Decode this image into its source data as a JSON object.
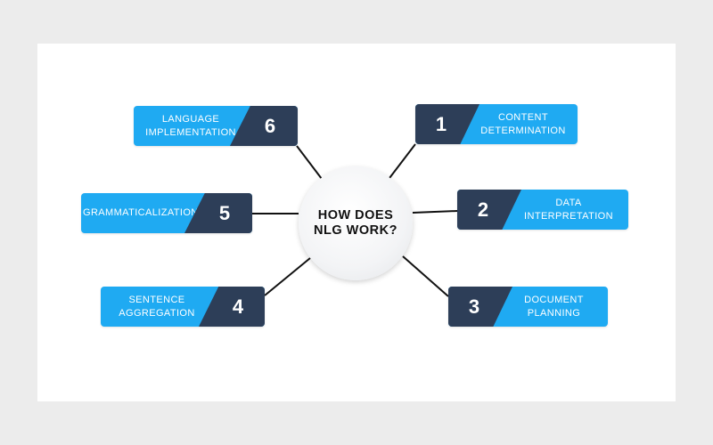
{
  "hub": {
    "title": "HOW DOES NLG WORK?"
  },
  "steps": [
    {
      "number": "1",
      "line1": "CONTENT",
      "line2": "DETERMINATION"
    },
    {
      "number": "2",
      "line1": "DATA",
      "line2": "INTERPRETATION"
    },
    {
      "number": "3",
      "line1": "DOCUMENT",
      "line2": "PLANNING"
    },
    {
      "number": "4",
      "line1": "SENTENCE",
      "line2": "AGGREGATION"
    },
    {
      "number": "5",
      "line1": "GRAMMATICALIZATION",
      "line2": ""
    },
    {
      "number": "6",
      "line1": "LANGUAGE",
      "line2": "IMPLEMENTATION"
    }
  ],
  "colors": {
    "page_background": "#ececec",
    "card_background": "#ffffff",
    "step_fill": "#1faaf2",
    "number_fill": "#2d3e58",
    "connector": "#111111"
  }
}
